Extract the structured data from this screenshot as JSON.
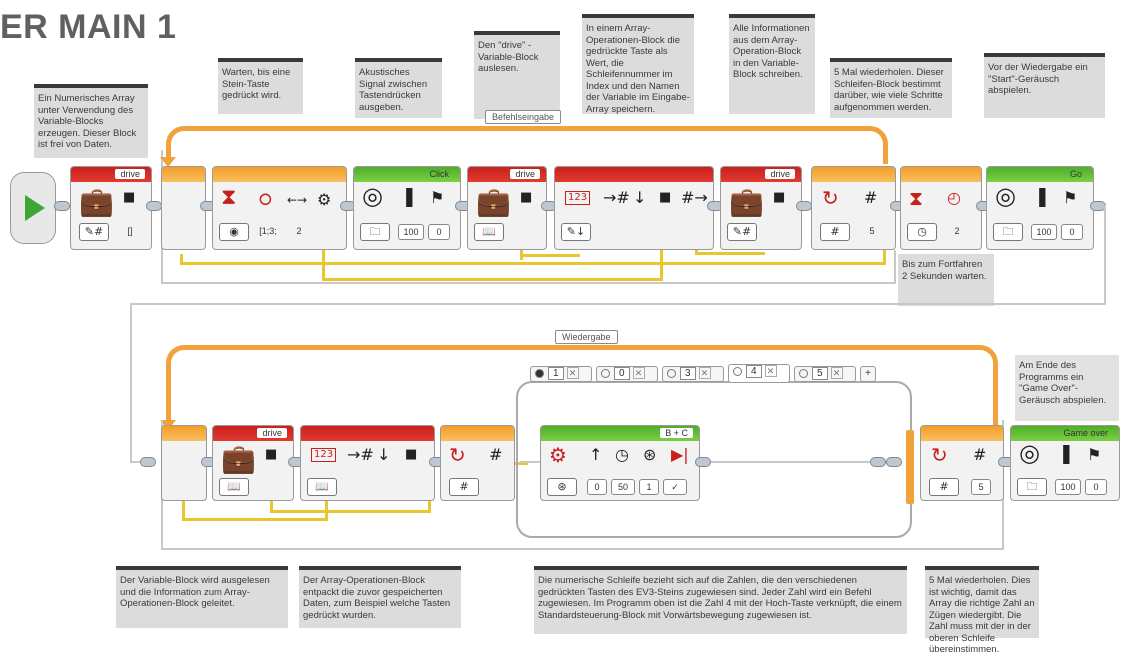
{
  "title": "ER MAIN 1",
  "notes": {
    "n1": "Ein Numerisches Array unter Verwendung des Variable-Blocks erzeugen. Dieser Block ist frei von Daten.",
    "n2": "Warten, bis eine Stein-Taste gedrückt wird.",
    "n3": "Akustisches Signal zwischen Tastendrücken ausgeben.",
    "n4": "Den \"drive\" -Variable-Block auslesen.",
    "n5": "In einem Array-Operationen-Block die gedrückte Taste als Wert, die Schleifennummer im Index und den Namen der Variable im Eingabe-Array speichern.",
    "n6": "Alle Informationen aus dem Array-Operation-Block in den Variable-Block schreiben.",
    "n7": "5 Mal wiederholen. Dieser Schleifen-Block bestimmt darüber, wie viele Schritte aufgenommen werden.",
    "n8": "Vor der Wiedergabe ein \"Start\"-Geräusch abspielen.",
    "n9": "Bis zum Fortfahren 2 Sekunden warten.",
    "n10": "Am Ende des Programms ein \"Game Over\"-Geräusch abspielen.",
    "n11": "Der Variable-Block wird ausgelesen und die Information zum Array-Operationen-Block geleitet.",
    "n12": "Der Array-Operationen-Block entpackt die zuvor gespeicherten Daten, zum Beispiel welche Tasten gedrückt wurden.",
    "n13": "Die numerische Schleife bezieht sich auf die Zahlen, die den verschiedenen gedrückten Tasten des EV3-Steins zugewiesen sind. Jeder Zahl wird ein Befehl zugewiesen. Im Programm oben ist die Zahl 4 mit der Hoch-Taste verknüpft, die einem Standardsteuerung-Block mit Vorwärtsbewegung zugewiesen ist.",
    "n14": "5 Mal wiederholen. Dies ist wichtig, damit das Array die richtige Zahl an Zügen wiedergibt. Die Zahl muss mit der in der oberen Schleife übereinstimmen."
  },
  "loops": {
    "top": "Befehlseingabe",
    "bottom": "Wiedergabe"
  },
  "top_blocks": {
    "var1_name": "drive",
    "var1_value": "[]",
    "wait_value1": "[1;3;",
    "wait_value2": "2",
    "sound1_name": "Click",
    "sound1_vol": "100",
    "sound1_type": "0",
    "var2_name": "drive",
    "var3_name": "drive",
    "loop_count": "5",
    "wait2_value": "2",
    "sound2_name": "Go",
    "sound2_vol": "100",
    "sound2_type": "0"
  },
  "bottom_blocks": {
    "var_name": "drive",
    "loop_count": "5",
    "motor_ports": "B + C",
    "motor_steer": "0",
    "motor_power": "50",
    "motor_rot": "1",
    "sound_name": "Game over",
    "sound_vol": "100",
    "sound_type": "0",
    "case_tabs": [
      "1",
      "0",
      "3",
      "4",
      "5"
    ],
    "add_tab": "+"
  },
  "colors": {
    "red": "#c8201e",
    "orange": "#f2a23a",
    "green": "#5cb82f",
    "wire": "#e9c530"
  }
}
